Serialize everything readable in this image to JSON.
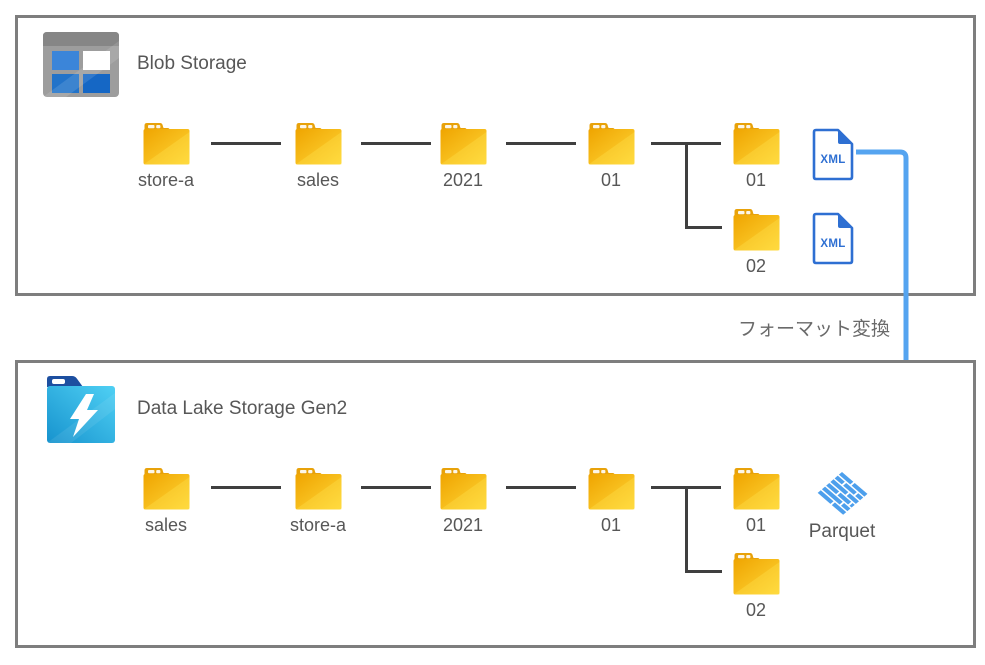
{
  "blob": {
    "title": "Blob Storage",
    "folders": [
      {
        "label": "store-a"
      },
      {
        "label": "sales"
      },
      {
        "label": "2021"
      },
      {
        "label": "01"
      },
      {
        "label": "01"
      },
      {
        "label": "02"
      }
    ],
    "files": [
      {
        "label": "XML"
      },
      {
        "label": "XML"
      }
    ]
  },
  "datalake": {
    "title": "Data Lake Storage Gen2",
    "folders": [
      {
        "label": "sales"
      },
      {
        "label": "store-a"
      },
      {
        "label": "2021"
      },
      {
        "label": "01"
      },
      {
        "label": "01"
      },
      {
        "label": "02"
      }
    ],
    "file": {
      "label": "Parquet"
    }
  },
  "arrow": {
    "label": "フォーマット変換"
  },
  "colors": {
    "folder_yellow": "#FFC400",
    "folder_tab": "#E8A20A",
    "xml_blue": "#2E6FD2",
    "arrow_blue": "#55A4F0",
    "connector_gray": "#3F3F3F",
    "panel_border": "#7E7E7E",
    "label_text": "#575757",
    "datalake_cyan": "#29B2E8",
    "datalake_tab": "#1D4FA0",
    "parquet_blue": "#4D9FEC"
  },
  "icons": {
    "blob": "blob-storage-icon",
    "datalake": "data-lake-storage-gen2-icon",
    "folder": "folder-icon",
    "xml": "xml-file-icon",
    "parquet": "parquet-file-icon"
  }
}
